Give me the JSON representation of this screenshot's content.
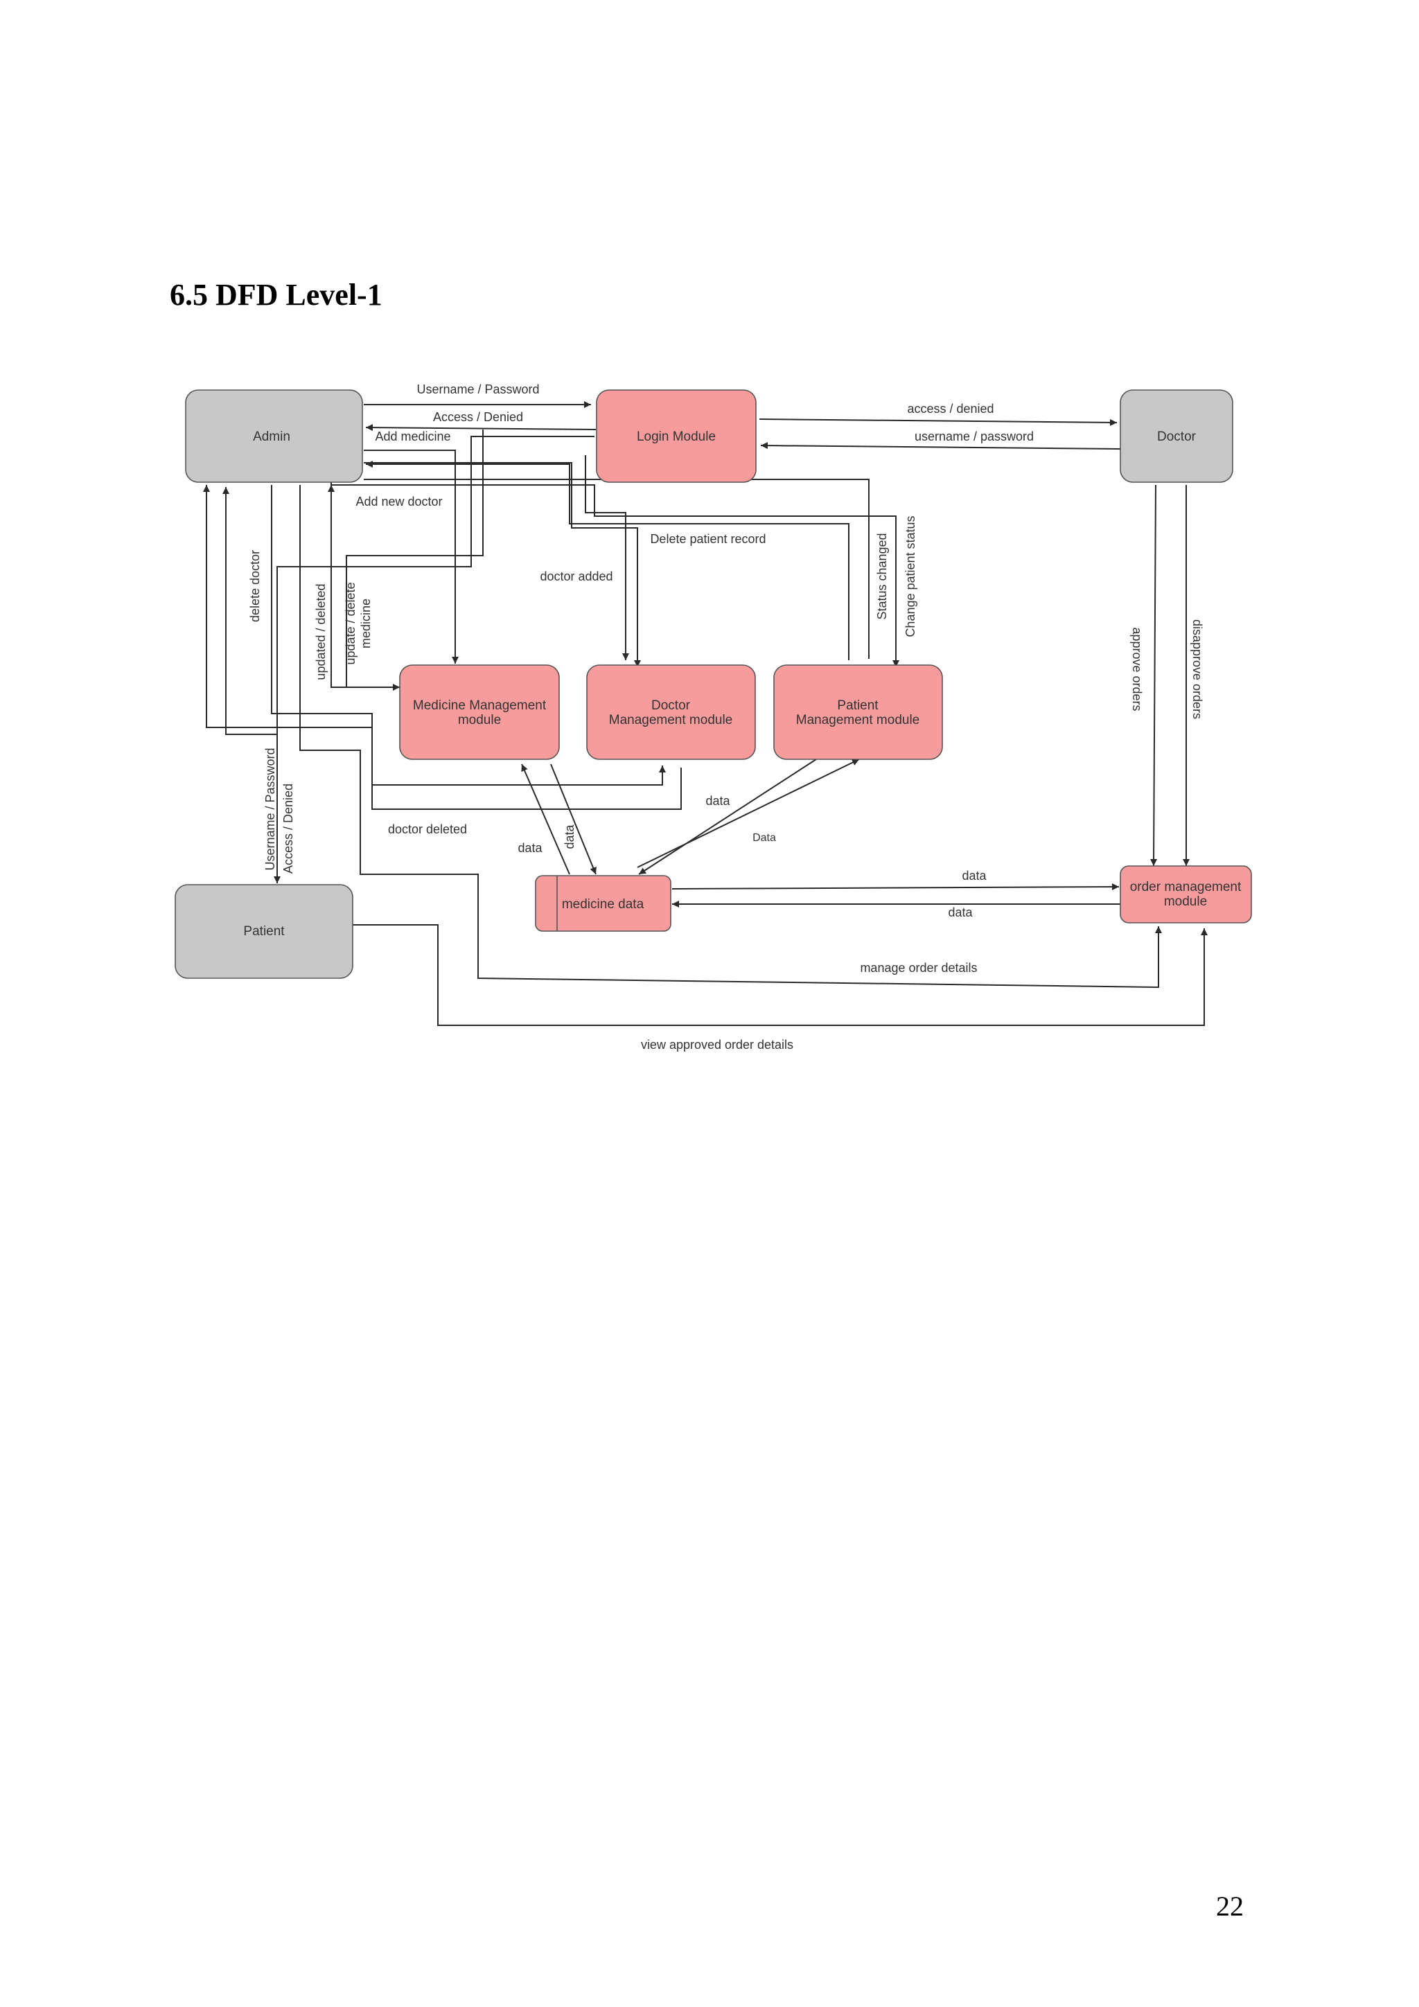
{
  "heading": "6.5 DFD Level-1",
  "page_number": "22",
  "colors": {
    "entity_fill": "#c8c8c8",
    "process_fill": "#f79c9c",
    "line": "#2a2a2a",
    "text": "#333333"
  },
  "nodes": {
    "admin": "Admin",
    "doctor": "Doctor",
    "patient": "Patient",
    "login_module": "Login Module",
    "medicine_management": [
      "Medicine Management",
      "module"
    ],
    "doctor_management": [
      "Doctor",
      "Management module"
    ],
    "patient_management": [
      "Patient",
      "Management module"
    ],
    "order_management": [
      "order  management",
      "module"
    ],
    "medicine_data": "medicine data"
  },
  "flows": {
    "username_password_admin": "Username / Password",
    "access_denied_admin": "Access / Denied",
    "add_medicine": "Add medicine",
    "add_new_doctor": "Add new doctor",
    "delete_patient_record": "Delete patient record",
    "doctor_added": "doctor added",
    "delete_doctor": "delete doctor",
    "updated_deleted": "updated / deleted",
    "update_delete_medicine": [
      "update / delete",
      "medicine"
    ],
    "status_changed": "Status changed",
    "change_patient_status": "Change patient status",
    "access_denied_doctor": "access / denied",
    "username_password_doctor": "username / password",
    "approve_orders": "approve orders",
    "disapprove_orders": "disapprove orders",
    "username_password_patient": "Username / Password",
    "access_denied_patient": "Access / Denied",
    "doctor_deleted": "doctor deleted",
    "data_to_store": "data",
    "data_from_store": "data",
    "data_doc_to_store": "data",
    "data_patient_store": "Data",
    "data_store_to_order": "data",
    "data_order_to_store": "data",
    "manage_order_details": "manage order details",
    "view_approved_order_details": "view approved order details"
  }
}
